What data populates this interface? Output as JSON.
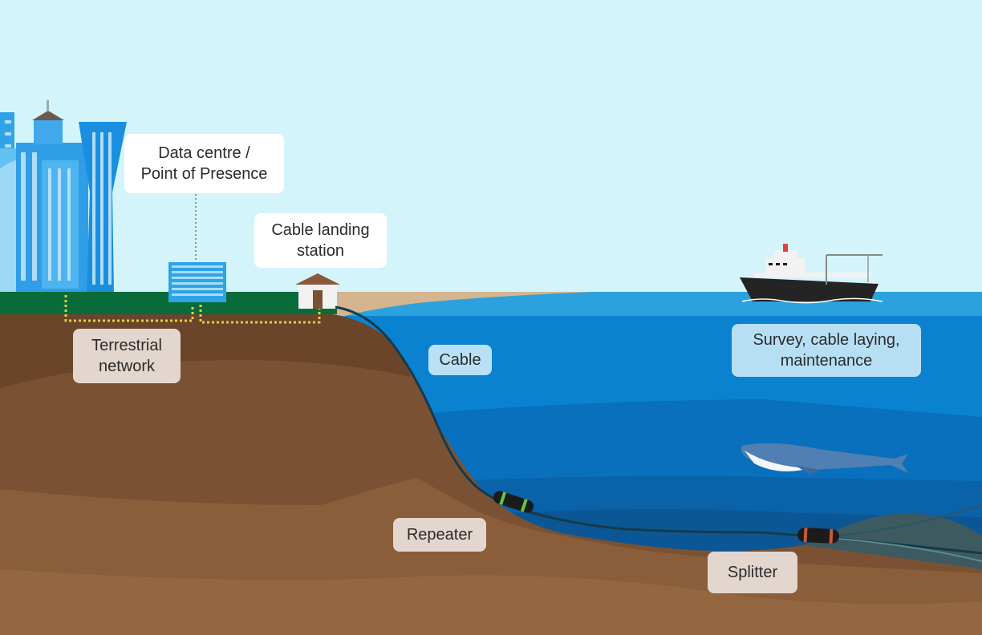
{
  "labels": {
    "data_centre": [
      "Data centre /",
      "Point of Presence"
    ],
    "cable_landing": [
      "Cable landing",
      "station"
    ],
    "terrestrial": [
      "Terrestrial",
      "network"
    ],
    "cable": "Cable",
    "survey": [
      "Survey, cable laying,",
      "maintenance"
    ],
    "repeater": "Repeater",
    "splitter": "Splitter"
  },
  "colors": {
    "sky": "#d4f4fb",
    "land_grass": "#0a6b3a",
    "earth": "#7a5233",
    "sea": "#0a82cf",
    "cable": "#163a4a",
    "fibre_dashed": "#e9c94a"
  }
}
